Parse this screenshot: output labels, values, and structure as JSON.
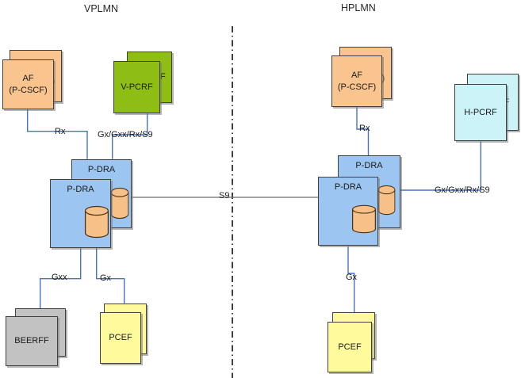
{
  "titles": {
    "vplmn": "VPLMN",
    "hplmn": "HPLMN"
  },
  "nodes": {
    "af_vplmn": {
      "line1": "AF",
      "line2": "(P-CSCF)"
    },
    "v_pcrf": {
      "line1": "V-PCRF"
    },
    "pdra_vplmn": {
      "line1": "P-DRA"
    },
    "beerff": {
      "line1": "BEERFF"
    },
    "pcef_vplmn": {
      "line1": "PCEF"
    },
    "af_hplmn": {
      "line1": "AF",
      "line2": "(P-CSCF)"
    },
    "h_pcrf": {
      "line1": "H-PCRF"
    },
    "pdra_hplmn": {
      "line1": "P-DRA"
    },
    "pcef_hplmn": {
      "line1": "PCEF"
    }
  },
  "edge_labels": {
    "rx_vplmn": "Rx",
    "pcrf_bus_vplmn": "Gx/Gxx/Rx/S9",
    "s9": "S9",
    "gxx_vplmn": "Gxx",
    "gx_vplmn": "Gx",
    "rx_hplmn": "Rx",
    "pcrf_bus_hplmn": "Gx/Gxx/Rx/S9",
    "gx_hplmn": "Gx"
  },
  "icons": {
    "database": "database-cylinder-icon"
  },
  "colors": {
    "node_orange": "#FAC48E",
    "node_green": "#8EBE13",
    "node_blue": "#9CC6F1",
    "node_cyan": "#CBF3F8",
    "node_yellow": "#FFFB9D",
    "node_gray": "#C2C2C2",
    "cylinder_fill": "#F6C189",
    "link_blue": "#4472C4",
    "link_gray": "#6D6D6D",
    "divider_black": "#111111",
    "border_dark": "#404040"
  }
}
